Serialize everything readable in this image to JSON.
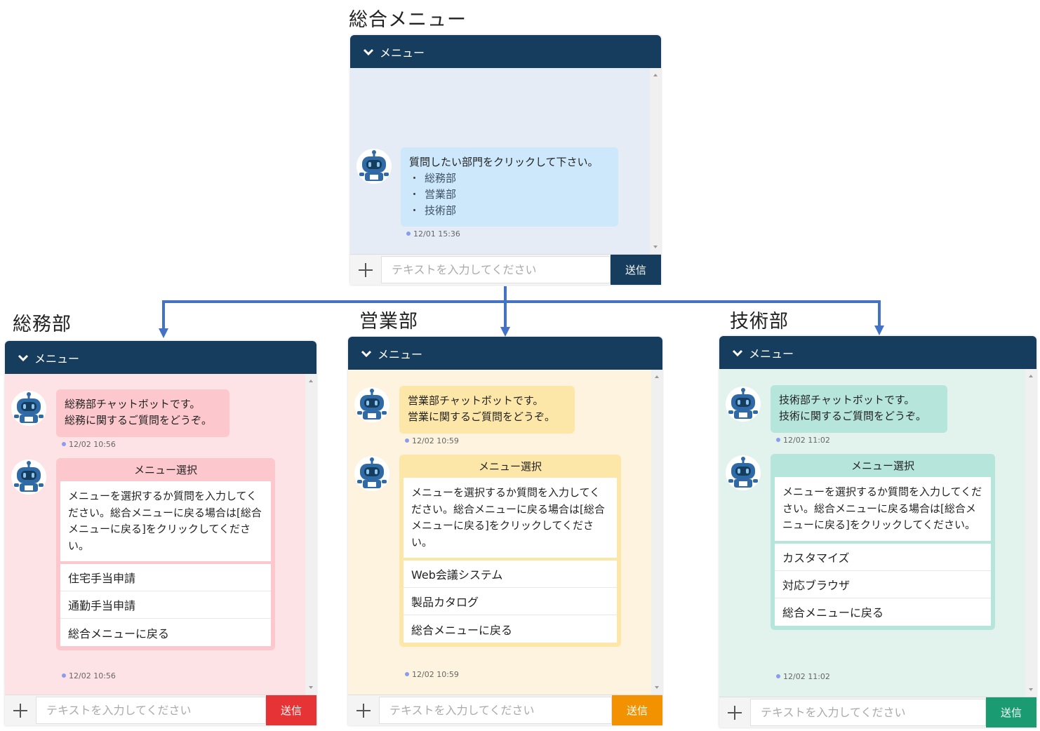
{
  "colors": {
    "header": "#163d5e",
    "connector": "#4472c4",
    "main_bg": "#e6ecf5",
    "main_bubble": "#cde7fb",
    "main_send": "#163d5e",
    "soumu_bg": "#fde3e5",
    "soumu_accent": "#fcc8cd",
    "soumu_send": "#e63335",
    "eigyo_bg": "#fdf3de",
    "eigyo_accent": "#fde7a8",
    "eigyo_send": "#f39200",
    "gijutsu_bg": "#e2f2ec",
    "gijutsu_accent": "#b5e5db",
    "gijutsu_send": "#1a9b72"
  },
  "main": {
    "heading": "総合メニュー",
    "header_label": "メニュー",
    "message_text": "質問したい部門をクリックして下さい。",
    "links": [
      "総務部",
      "営業部",
      "技術部"
    ],
    "timestamp": "12/01 15:36",
    "input_placeholder": "テキストを入力してください",
    "send_label": "送信"
  },
  "soumu": {
    "heading": "総務部",
    "header_label": "メニュー",
    "greeting_line1": "総務部チャットボットです。",
    "greeting_line2": "総務に関するご質問をどうぞ。",
    "greeting_time": "12/02 10:56",
    "card_title": "メニュー選択",
    "card_text": "メニューを選択するか質問を入力してください。総合メニューに戻る場合は[総合メニューに戻る]をクリックしてください。",
    "options": [
      "住宅手当申請",
      "通勤手当申請",
      "総合メニューに戻る"
    ],
    "card_time": "12/02 10:56",
    "input_placeholder": "テキストを入力してください",
    "send_label": "送信"
  },
  "eigyo": {
    "heading": "営業部",
    "header_label": "メニュー",
    "greeting_line1": "営業部チャットボットです。",
    "greeting_line2": "営業に関するご質問をどうぞ。",
    "greeting_time": "12/02 10:59",
    "card_title": "メニュー選択",
    "card_text": "メニューを選択するか質問を入力してください。総合メニューに戻る場合は[総合メニューに戻る]をクリックしてください。",
    "options": [
      "Web会議システム",
      "製品カタログ",
      "総合メニューに戻る"
    ],
    "card_time": "12/02 10:59",
    "input_placeholder": "テキストを入力してください",
    "send_label": "送信"
  },
  "gijutsu": {
    "heading": "技術部",
    "header_label": "メニュー",
    "greeting_line1": "技術部チャットボットです。",
    "greeting_line2": "技術に関するご質問をどうぞ。",
    "greeting_time": "12/02 11:02",
    "card_title": "メニュー選択",
    "card_text": "メニューを選択するか質問を入力してください。総合メニューに戻る場合は[総合メニューに戻る]をクリックしてください。",
    "options": [
      "カスタマイズ",
      "対応ブラウザ",
      "総合メニューに戻る"
    ],
    "card_time": "12/02 11:02",
    "input_placeholder": "テキストを入力してください",
    "send_label": "送信"
  }
}
